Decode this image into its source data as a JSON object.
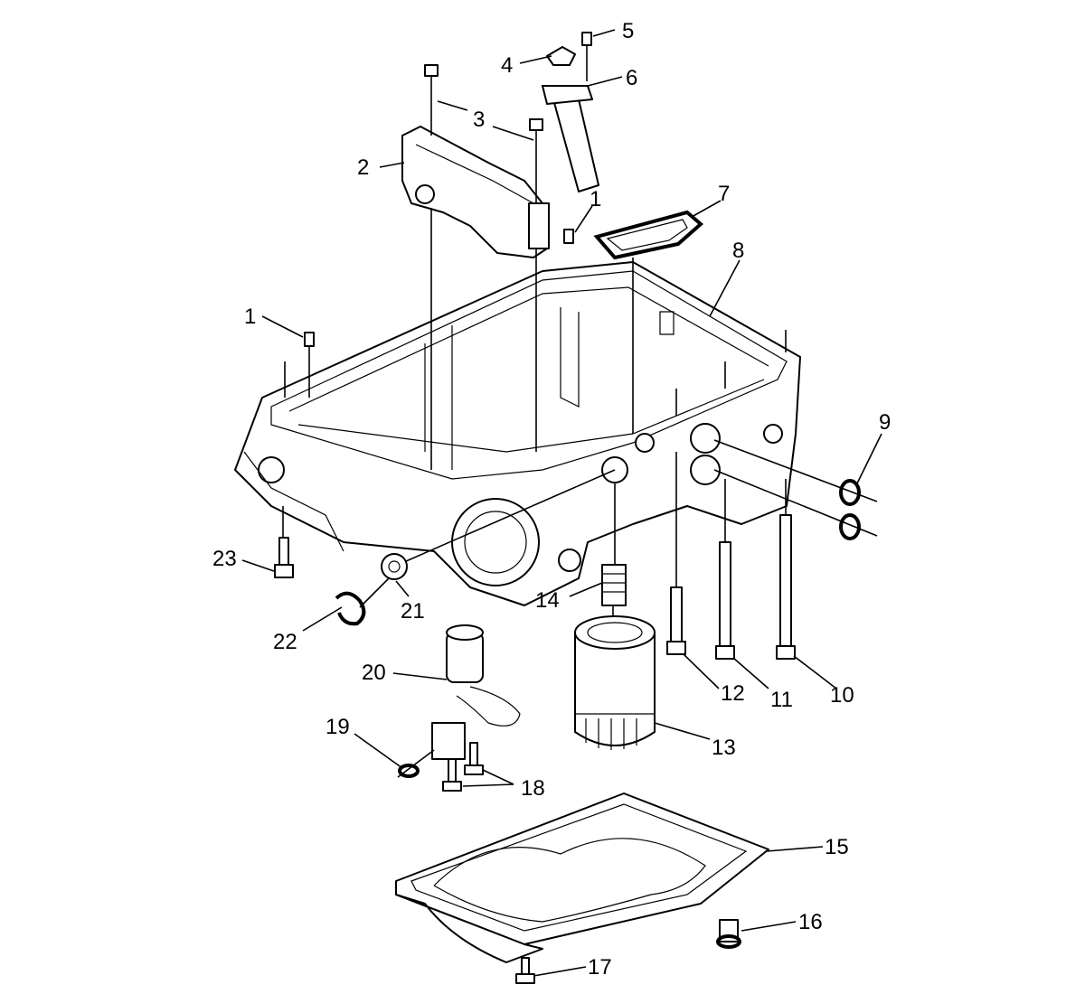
{
  "callouts": {
    "c1a": "1",
    "c1b": "1",
    "c2": "2",
    "c3": "3",
    "c4": "4",
    "c5": "5",
    "c6": "6",
    "c7": "7",
    "c8": "8",
    "c9": "9",
    "c10": "10",
    "c11": "11",
    "c12": "12",
    "c13": "13",
    "c14": "14",
    "c15": "15",
    "c16": "16",
    "c17": "17",
    "c18": "18",
    "c19": "19",
    "c20": "20",
    "c21": "21",
    "c22": "22",
    "c23": "23"
  }
}
